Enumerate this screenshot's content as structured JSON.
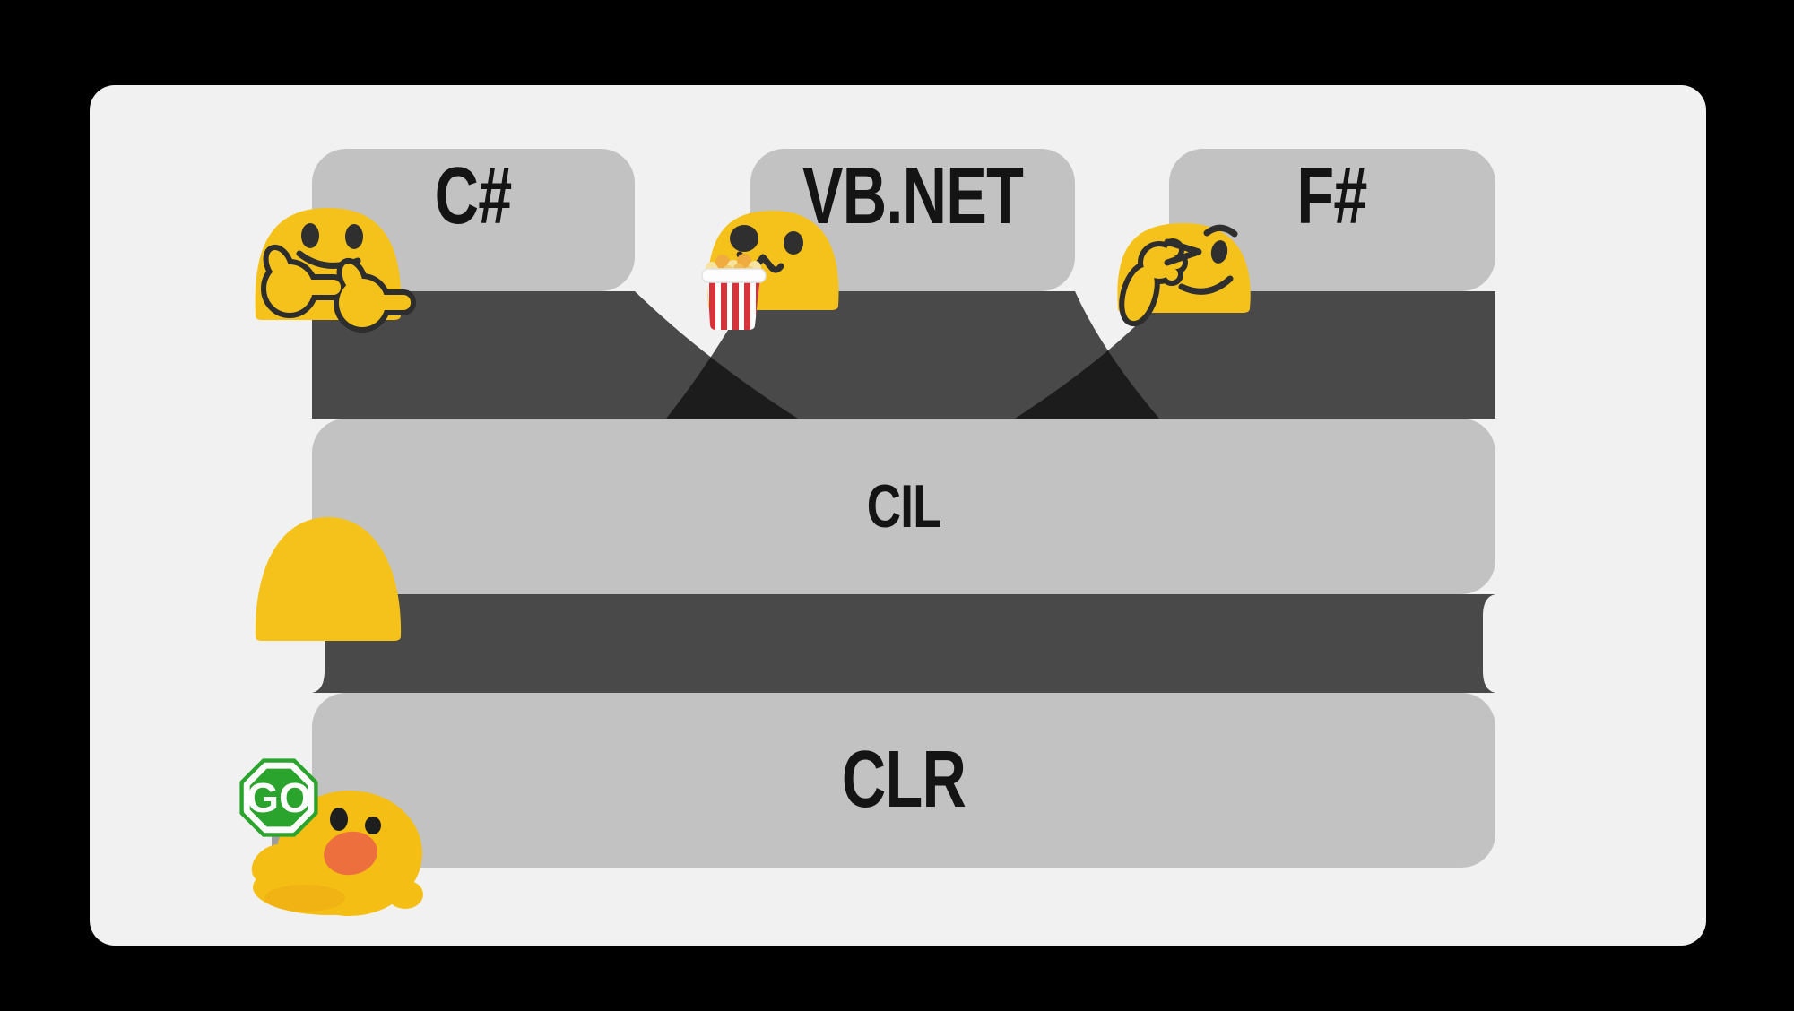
{
  "languages": [
    {
      "label": "C#"
    },
    {
      "label": "VB.NET"
    },
    {
      "label": "F#"
    }
  ],
  "runtime_layers": [
    {
      "label": "CIL"
    },
    {
      "label": "CLR"
    }
  ],
  "go_sign": {
    "label": "GO"
  },
  "icons": [
    {
      "name": "finger-guns-blob-icon",
      "meaning": "yellow blob emoji doing finger guns beside C# box"
    },
    {
      "name": "popcorn-blob-icon",
      "meaning": "yellow blob emoji eating popcorn beside VB.NET box"
    },
    {
      "name": "winking-blob-icon",
      "meaning": "yellow blob emoji winking with fist at chin beside F# box"
    },
    {
      "name": "dome-blob-icon",
      "meaning": "plain yellow blob dome over CIL bar"
    },
    {
      "name": "duck-go-blob-icon",
      "meaning": "yellow duck blob holding green GO sign at CLR bar"
    }
  ],
  "colors": {
    "background": "#000000",
    "card": "#F1F1F1",
    "node_gray": "#C2C2C2",
    "funnel_dark": "#494949",
    "funnel_overlap": "#1C1C1C",
    "label_text": "#141414",
    "blob_yellow": "#F5C21B",
    "outline_dark": "#2D2D2D",
    "go_green": "#2AA42D",
    "mouth_orange": "#EC6F3D",
    "popcorn_red": "#D6333B"
  }
}
